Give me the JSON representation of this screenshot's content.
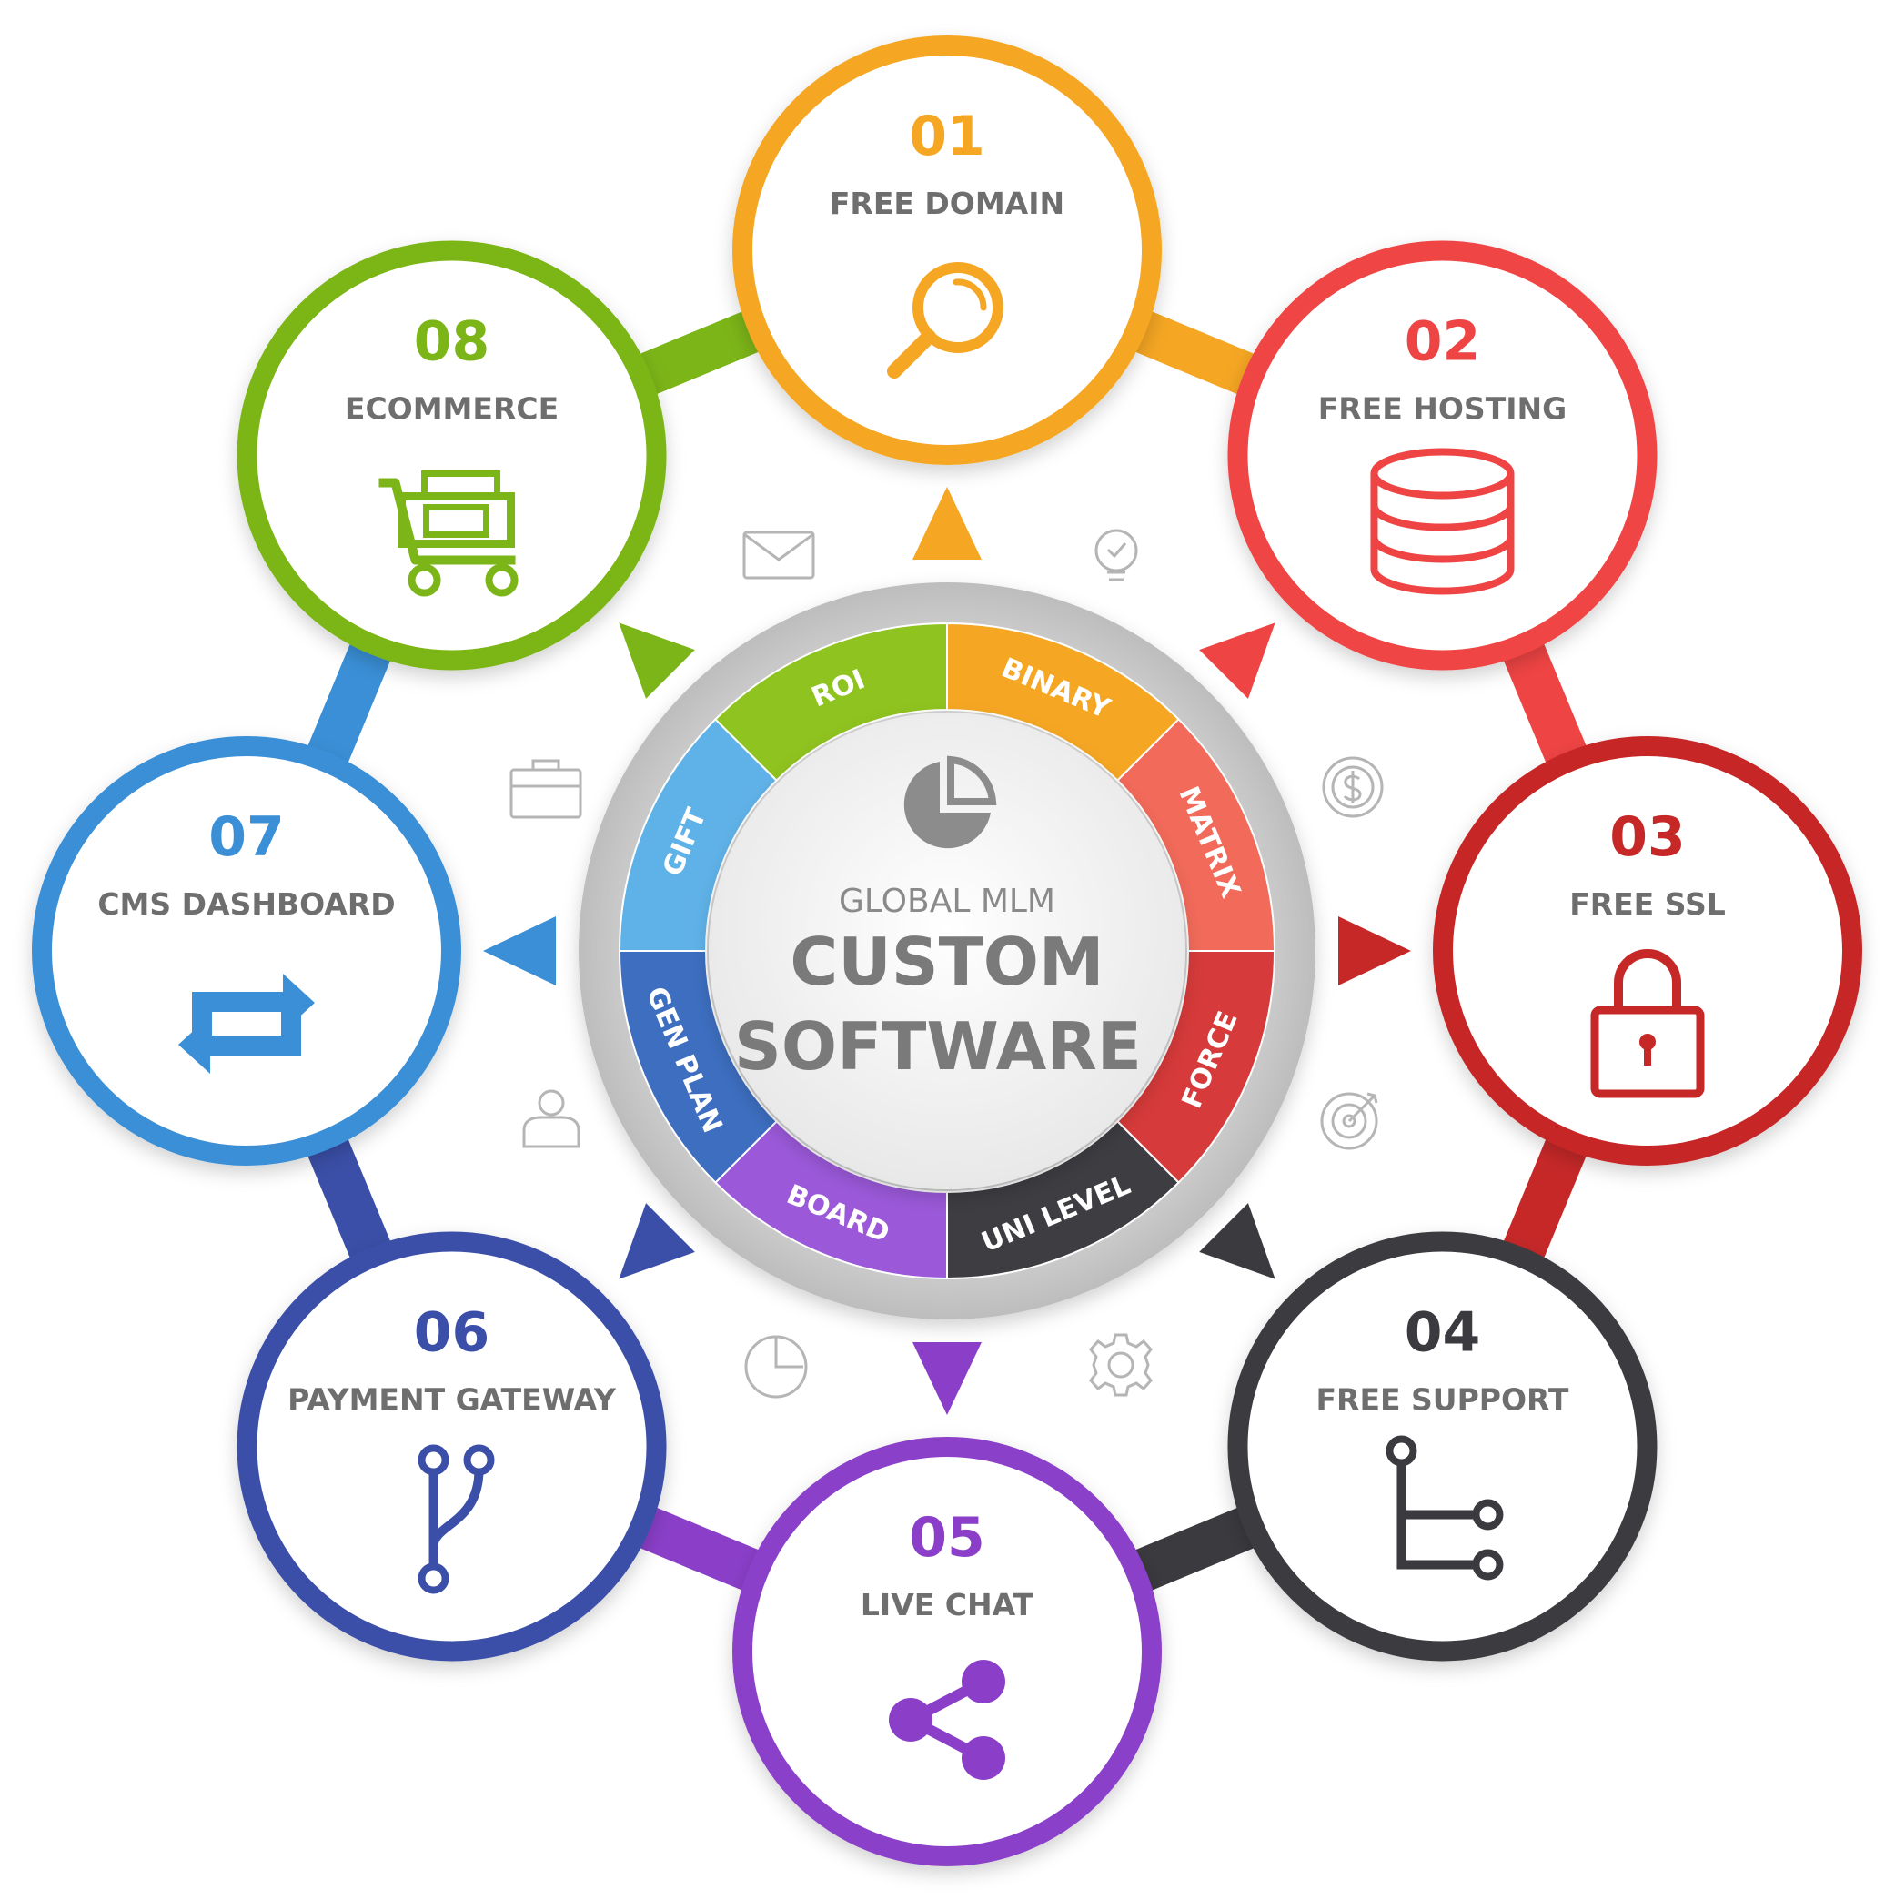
{
  "center": {
    "line1": "GLOBAL MLM",
    "line2": "CUSTOM",
    "line3": "SOFTWARE",
    "icon": "pie-chart-icon"
  },
  "nodes": [
    {
      "number": "01",
      "label": "FREE DOMAIN",
      "color": "#f5a623",
      "icon": "magnifier-icon"
    },
    {
      "number": "02",
      "label": "FREE HOSTING",
      "color": "#ef4444",
      "icon": "database-icon"
    },
    {
      "number": "03",
      "label": "FREE SSL",
      "color": "#c62828",
      "icon": "padlock-icon"
    },
    {
      "number": "04",
      "label": "FREE SUPPORT",
      "color": "#3a3a3f",
      "icon": "flow-branch-icon"
    },
    {
      "number": "05",
      "label": "LIVE CHAT",
      "color": "#8b3fc9",
      "icon": "share-icon"
    },
    {
      "number": "06",
      "label": "PAYMENT GATEWAY",
      "color": "#3b4fa8",
      "icon": "fork-icon"
    },
    {
      "number": "07",
      "label": "CMS DASHBOARD",
      "color": "#3a8fd6",
      "icon": "repeat-icon"
    },
    {
      "number": "08",
      "label": "ECOMMERCE",
      "color": "#7cb518",
      "icon": "shopping-cart-icon"
    }
  ],
  "segments": [
    {
      "label": "BINARY",
      "color": "#f5a623"
    },
    {
      "label": "MATRIX",
      "color": "#f26a5a"
    },
    {
      "label": "FORCE",
      "color": "#d63a3a"
    },
    {
      "label": "UNI LEVEL",
      "color": "#3d3d42"
    },
    {
      "label": "BOARD",
      "color": "#9b59d9"
    },
    {
      "label": "GEN PLAN",
      "color": "#3d6ec0"
    },
    {
      "label": "GIFT",
      "color": "#5fb2e8"
    },
    {
      "label": "ROI",
      "color": "#8fc31f"
    }
  ],
  "decor_icons": [
    "envelope-icon",
    "lightbulb-icon",
    "dollar-coin-icon",
    "target-icon",
    "gear-icon",
    "clock-icon",
    "user-icon",
    "briefcase-icon"
  ]
}
